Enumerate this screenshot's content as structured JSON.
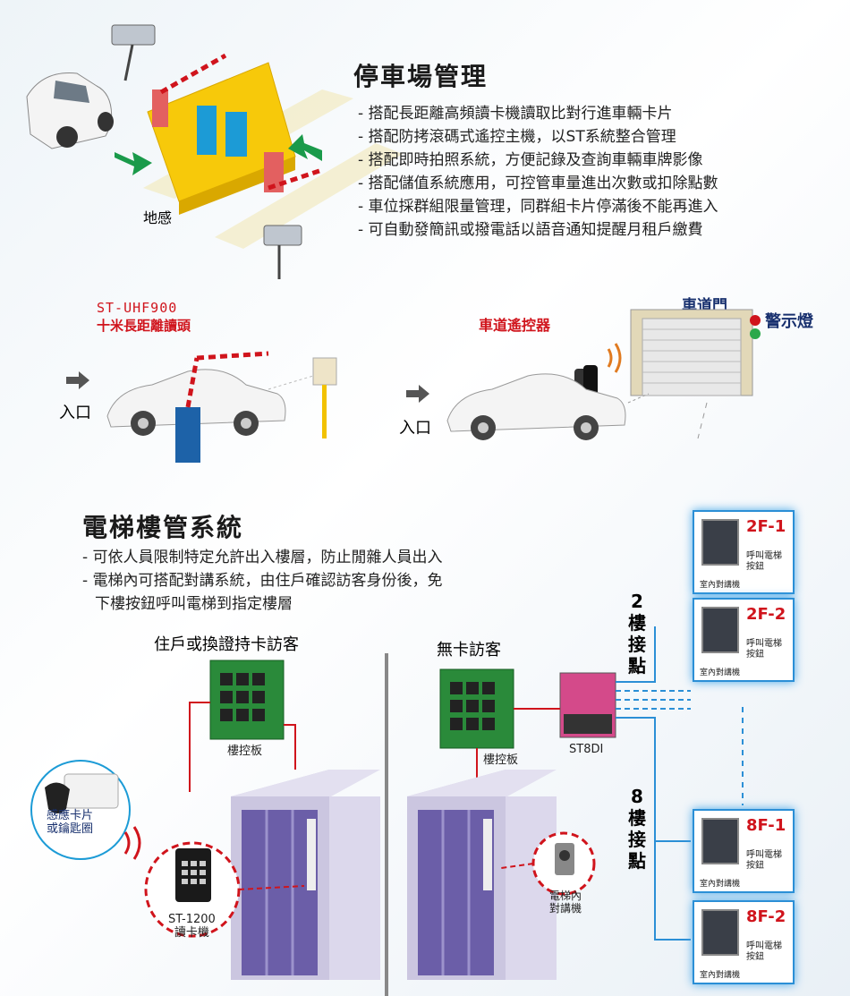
{
  "parking": {
    "title": "停車場管理",
    "bullets": [
      "- 搭配長距離高頻讀卡機讀取比對行進車輛卡片",
      "- 搭配防拷滾碼式遙控主機，以ST系統整合管理",
      "- 搭配即時拍照系統，方便記錄及查詢車輛車牌影像",
      "- 搭配儲值系統應用，可控管車量進出次數或扣除點數",
      "- 車位採群組限量管理，同群組卡片停滿後不能再進入",
      "- 可自動發簡訊或撥電話以語音通知提醒月租戶繳費"
    ],
    "sensor_label": "地感"
  },
  "entry": {
    "reader_model": "ST-UHF900",
    "reader_desc": "十米長距離讀頭",
    "entrance_left": "入口",
    "remote_label": "車道遙控器",
    "door_label": "車道門",
    "warning_label": "警示燈",
    "entrance_right": "入口"
  },
  "elevator": {
    "title": "電梯樓管系統",
    "bullets": [
      "- 可依人員限制特定允許出入樓層，防止閒雜人員出入",
      "- 電梯內可搭配對講系統，由住戶確認訪客身份後，免"
    ],
    "bullet_cont": "下樓按鈕呼叫電梯到指定樓層",
    "left_header": "住戶或換證持卡訪客",
    "right_header": "無卡訪客",
    "board_left": "樓控板",
    "board_right": "樓控板",
    "st8di": "ST8DI",
    "card_label": [
      "感應卡片",
      "或鑰匙圈"
    ],
    "reader_model": "ST-1200",
    "reader_desc": "讀卡機",
    "intercom_label": [
      "電梯內",
      "對講機"
    ],
    "group2": [
      "2",
      "樓",
      "接",
      "點"
    ],
    "group8": [
      "8",
      "樓",
      "接",
      "點"
    ],
    "panels": [
      {
        "floor": "2F-1",
        "call": [
          "呼叫電梯",
          "按鈕"
        ],
        "intercom": "室內對講機"
      },
      {
        "floor": "2F-2",
        "call": [
          "呼叫電梯",
          "按鈕"
        ],
        "intercom": "室內對講機"
      },
      {
        "floor": "8F-1",
        "call": [
          "呼叫電梯",
          "按鈕"
        ],
        "intercom": "室內對講機"
      },
      {
        "floor": "8F-2",
        "call": [
          "呼叫電梯",
          "按鈕"
        ],
        "intercom": "室內對講機"
      }
    ]
  },
  "colors": {
    "accent_red": "#d0141c",
    "wire_blue": "#2b8fd6",
    "heading": "#1a1a1a"
  }
}
